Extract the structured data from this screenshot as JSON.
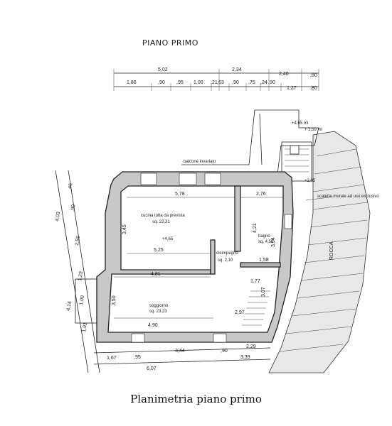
{
  "plan": {
    "title": "PIANO PRIMO",
    "caption": "Planimetria piano primo",
    "top_dims_row1": [
      "5,02",
      "2,34",
      "2,40",
      ",80"
    ],
    "top_dims_row2": [
      "1,86",
      ",90",
      ",95",
      "1,00",
      ",21",
      ",63",
      ",90",
      ",75",
      ",24",
      ",90",
      "1,27",
      ",80"
    ],
    "left_dims_col1": [
      "4,03",
      "4,14"
    ],
    "left_dims_col2": [
      ",46",
      ",90",
      "2,55",
      "1,23",
      "1,00",
      "1,91"
    ],
    "bottom_dims_row1": [
      "1,67",
      ",95",
      "3,44",
      ",90",
      "2,29"
    ],
    "bottom_dims_row2": [
      "6,07",
      "3,39"
    ],
    "interior_dims": [
      "5,78",
      "2,76",
      "3,45",
      "5,25",
      "4,21",
      "3,94",
      "1,58",
      "4,81",
      "3,50",
      "4,90",
      "1,77",
      "2,97",
      "3,07"
    ],
    "balcony_label": "balcone invariato",
    "room_kitchen": {
      "name": "cucina tutta da prevista",
      "area": "sq. 22,31",
      "level": "+4,65"
    },
    "room_bath": {
      "name": "bagno",
      "area": "sq. 4,55"
    },
    "room_closet": {
      "name": "disimpegno",
      "area": "sq. 2,10"
    },
    "room_living": {
      "name": "soggiorno",
      "area": "sq. 23,23"
    },
    "level_marks": [
      "+4,65 ml",
      "+ 3,59 ml",
      "+2,05"
    ],
    "note_right": "scalette murale ad uso esclusivo",
    "road_label": "ROCCA"
  }
}
